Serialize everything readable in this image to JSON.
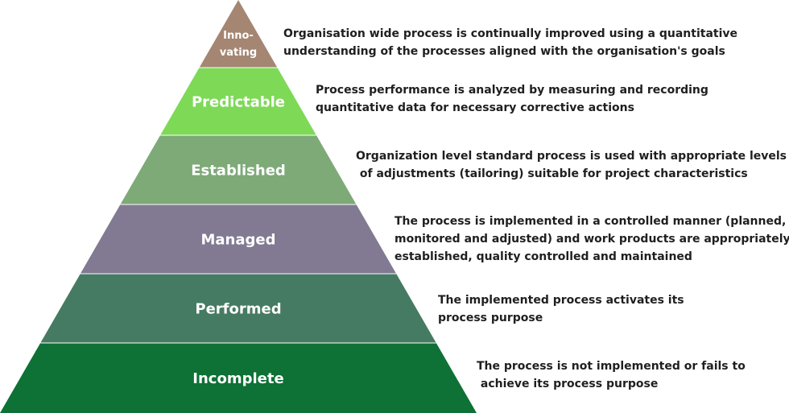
{
  "pyramid": {
    "levels": [
      {
        "id": "innovating",
        "label_lines": [
          "Inno-",
          "vating"
        ],
        "color": "#A48672",
        "description_lines": [
          "Organisation wide process is continually improved using a quantitative",
          "understanding of the processes aligned with the organisation's goals"
        ]
      },
      {
        "id": "predictable",
        "label_lines": [
          "Predictable"
        ],
        "color": "#7ED957",
        "description_lines": [
          "Process performance is analyzed by measuring and recording",
          "quantitative data for necessary corrective actions"
        ]
      },
      {
        "id": "established",
        "label_lines": [
          "Established"
        ],
        "color": "#7DAA77",
        "description_lines": [
          "Organization level standard process is used with appropriate levels",
          " of adjustments (tailoring) suitable for project characteristics"
        ]
      },
      {
        "id": "managed",
        "label_lines": [
          "Managed"
        ],
        "color": "#817A92",
        "description_lines": [
          "The process is implemented in a controlled manner (planned,",
          "monitored and adjusted) and work products are appropriately",
          "established, quality controlled and maintained"
        ]
      },
      {
        "id": "performed",
        "label_lines": [
          "Performed"
        ],
        "color": "#457B62",
        "description_lines": [
          "The implemented process activates its",
          "process purpose"
        ]
      },
      {
        "id": "incomplete",
        "label_lines": [
          "Incomplete"
        ],
        "color": "#0E7135",
        "description_lines": [
          "The process is not implemented or fails to",
          " achieve its process purpose"
        ]
      }
    ]
  }
}
